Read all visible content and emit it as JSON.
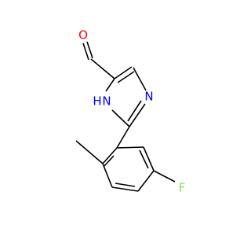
{
  "molecule": {
    "atoms": {
      "oxygen": "O",
      "nh_nitrogen": "N",
      "nh_hydrogen": "H",
      "imine_nitrogen": "N",
      "fluorine": "F"
    },
    "colors": {
      "oxygen": "#ff0000",
      "nitrogen": "#0000ff",
      "fluorine": "#90e050",
      "bond": "#000000",
      "background": "#ffffff"
    }
  }
}
